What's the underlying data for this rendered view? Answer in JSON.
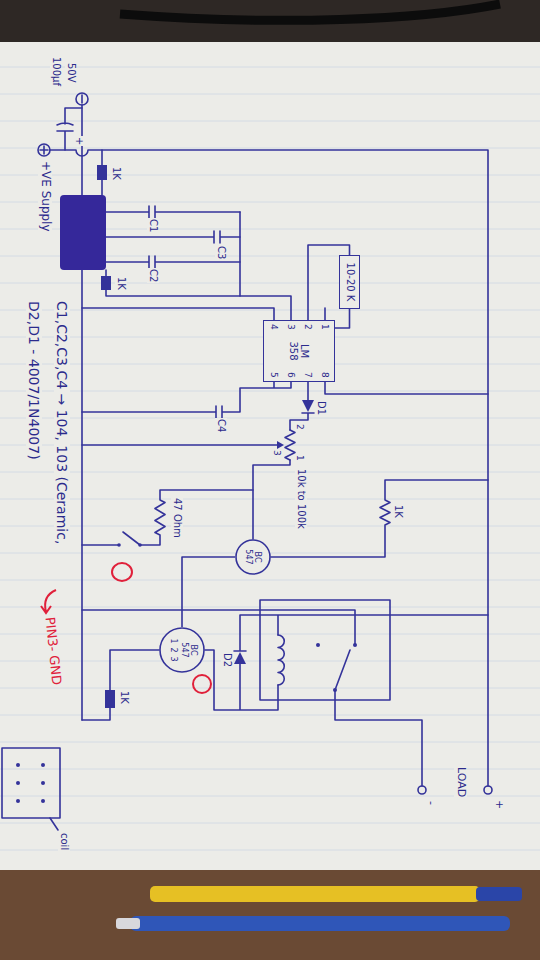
{
  "diagram": {
    "nodes": [
      {
        "text": [
          "10-20 K"
        ]
      },
      {
        "text": [
          "LM 358"
        ]
      },
      {
        "text": [
          "BC 547"
        ]
      },
      {
        "text": [
          "BC 547"
        ]
      }
    ],
    "edges": [
      {
        "from": 0,
        "to": 1,
        "arrow": "none"
      },
      {
        "from": 0,
        "to": 1,
        "arrow": "none"
      },
      {
        "from": 2,
        "to": 3,
        "arrow": "none"
      }
    ],
    "labels": [
      "+VE Supply",
      "50V",
      "100µf",
      "+",
      "1K",
      "1K",
      "C1",
      "C2",
      "C3",
      "1",
      "2",
      "3",
      "4",
      "8",
      "7",
      "6",
      "5",
      "D1",
      "C4",
      "2",
      "1",
      "3",
      "10k to 100k",
      "1K",
      "47 Ohm",
      "1",
      "2",
      "3",
      "D2",
      "1K",
      "LOAD",
      "+",
      "-",
      "C1,C2,C3,C4 → 104, 103 (Ceramic,",
      "PIN3- GND",
      "D2,D1 - 4007/1N4007)",
      "coil"
    ]
  }
}
